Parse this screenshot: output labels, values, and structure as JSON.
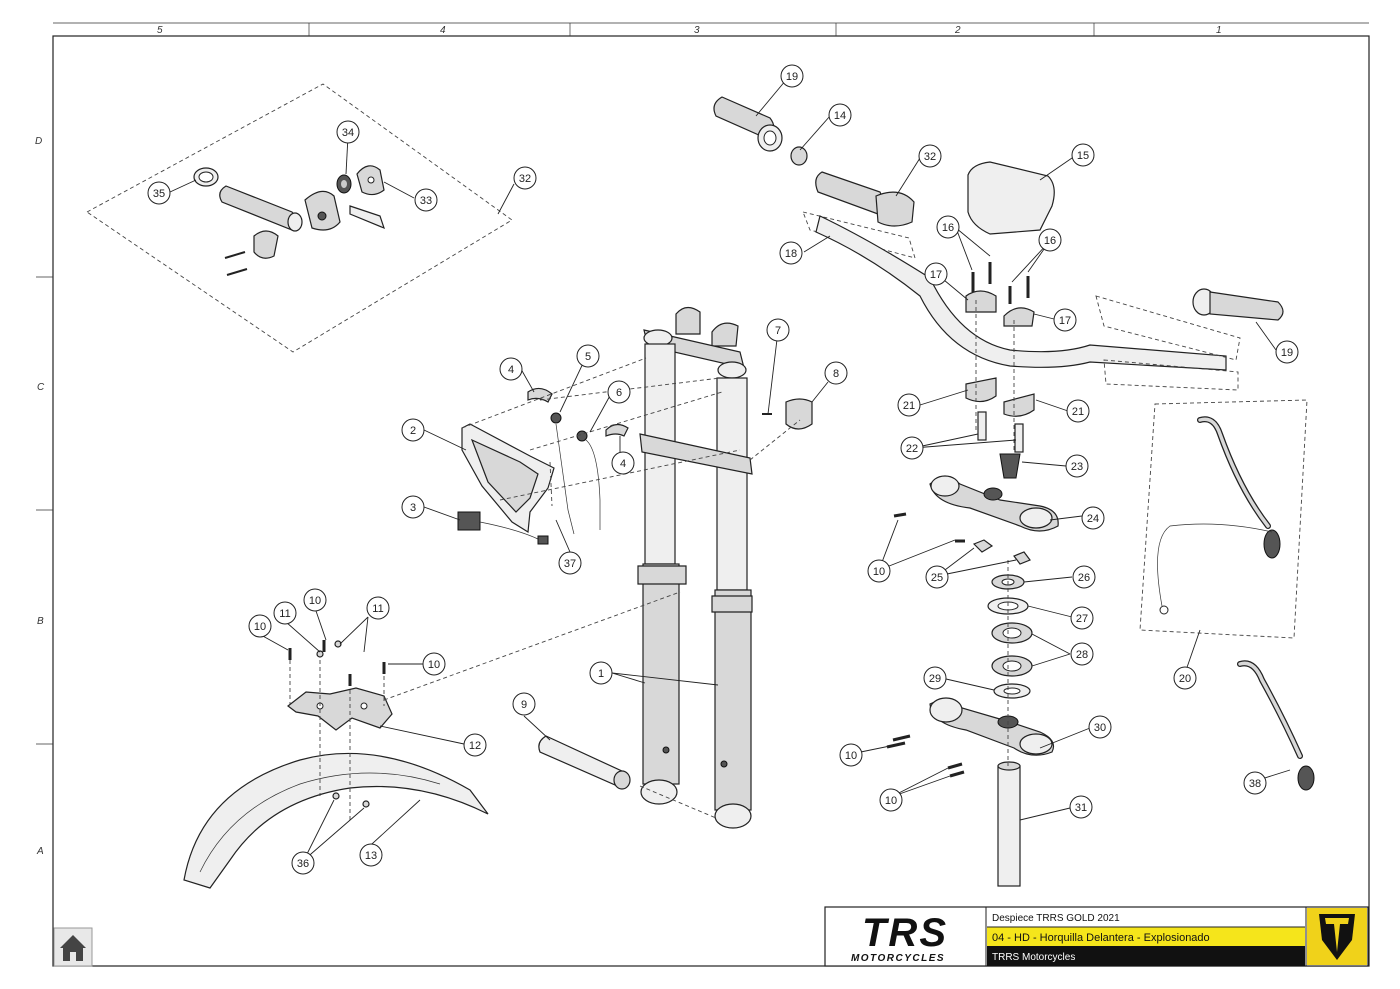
{
  "grid": {
    "columns": [
      "5",
      "4",
      "3",
      "2",
      "1"
    ],
    "rows": [
      "D",
      "C",
      "B",
      "A"
    ]
  },
  "title_block": {
    "logo_text": "TRS",
    "logo_subtext": "MOTORCYCLES",
    "line1": "Despiece TRRS GOLD 2021",
    "line2": "04 - HD - Horquilla Delantera - Explosionado",
    "line3": "TRRS Motorcycles",
    "highlight_color": "#f5e51b",
    "brand_color": "#f0d21a"
  },
  "callouts": {
    "c1": "1",
    "c2": "2",
    "c3": "3",
    "c4a": "4",
    "c4b": "4",
    "c5": "5",
    "c6": "6",
    "c7": "7",
    "c8": "8",
    "c9": "9",
    "c10a": "10",
    "c10b": "10",
    "c10c": "10",
    "c10d": "10",
    "c10e": "10",
    "c10f": "10",
    "c11a": "11",
    "c11b": "11",
    "c12": "12",
    "c13": "13",
    "c14": "14",
    "c15": "15",
    "c16a": "16",
    "c16b": "16",
    "c17a": "17",
    "c17b": "17",
    "c18": "18",
    "c19a": "19",
    "c19b": "19",
    "c20": "20",
    "c21a": "21",
    "c21b": "21",
    "c22": "22",
    "c23": "23",
    "c24": "24",
    "c25": "25",
    "c26": "26",
    "c27": "27",
    "c28": "28",
    "c29": "29",
    "c30": "30",
    "c31": "31",
    "c32a": "32",
    "c32b": "32",
    "c33": "33",
    "c34": "34",
    "c35": "35",
    "c36": "36",
    "c37": "37",
    "c38": "38"
  },
  "icons": {
    "home": "home-icon",
    "brand_shield": "trs-shield-icon"
  }
}
